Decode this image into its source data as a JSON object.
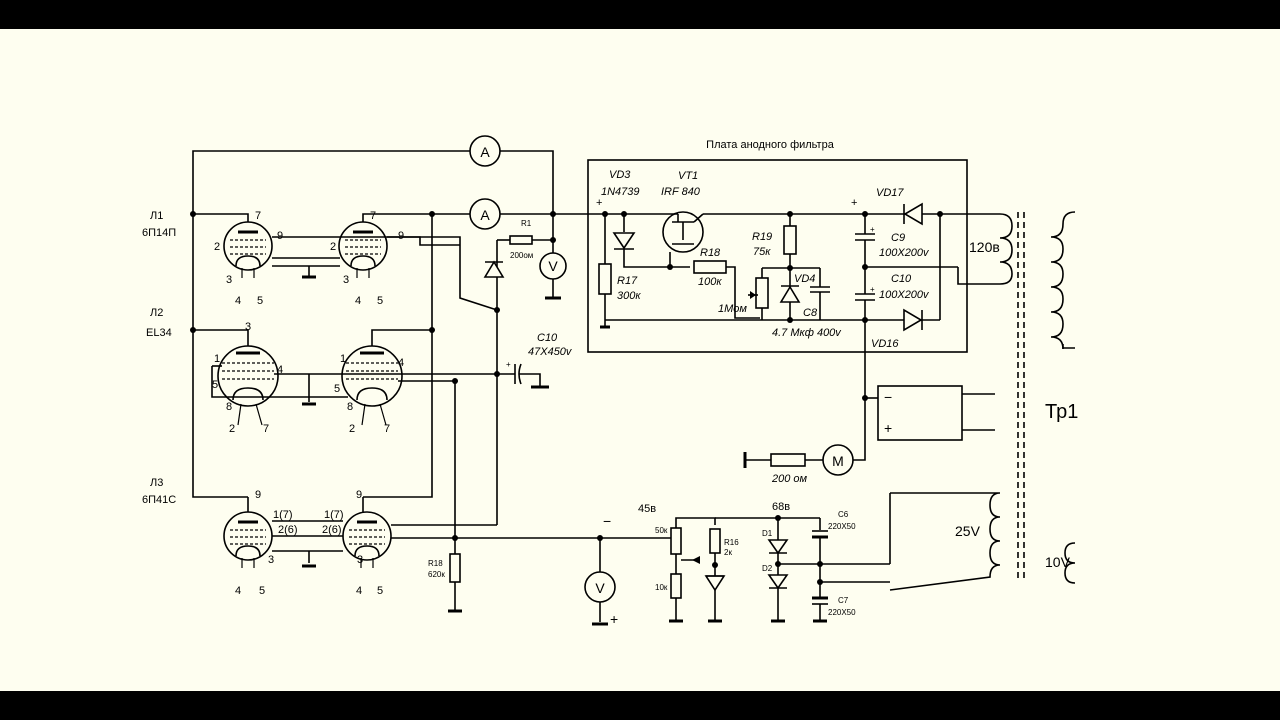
{
  "title": "Плата анодного фильтра",
  "tubes": {
    "l1": "Л1",
    "l1_type": "6П14П",
    "l2": "Л2",
    "l2_type": "EL34",
    "l3": "Л3",
    "l3_type": "6П41С"
  },
  "pins": {
    "p7": "7",
    "p9": "9",
    "p2": "2",
    "p3": "3",
    "p4": "4",
    "p5": "5",
    "p1": "1",
    "p8": "8",
    "p17": "1(7)",
    "p26": "2(6)"
  },
  "meters": {
    "amp": "A",
    "volt": "V",
    "motor": "M"
  },
  "parts": {
    "r1": "R1",
    "r1_val": "200ом",
    "c10a": "C10",
    "c10a_val": "47Х450v",
    "vd3": "VD3",
    "vd3_type": "1N4739",
    "vt1": "VT1",
    "vt1_type": "IRF 840",
    "r18": "R18",
    "r18_val": "100к",
    "r19": "R19",
    "r19_val": "75к",
    "r17": "R17",
    "r17_val": "300к",
    "vd4": "VD4",
    "pot": "1Мом",
    "c8": "C8",
    "c8_val": "4.7 Мкф 400v",
    "vd17": "VD17",
    "vd16": "VD16",
    "c9": "C9",
    "c9_val": "100Х200v",
    "c10b": "C10",
    "c10b_val": "100Х200v",
    "v120": "120в",
    "tr1": "Тр1",
    "r_motor": "200 ом",
    "v45": "45в",
    "v68": "68в",
    "r50k": "50к",
    "r10k": "10к",
    "r16": "R16",
    "r16_val": "2к",
    "d1": "D1",
    "d2": "D2",
    "c6": "C6",
    "c6_val": "220Х50",
    "c7": "C7",
    "c7_val": "220Х50",
    "v25": "25V",
    "v10": "10V",
    "r18b": "R18",
    "r18b_val": "620к",
    "minus": "−",
    "plus": "+"
  }
}
